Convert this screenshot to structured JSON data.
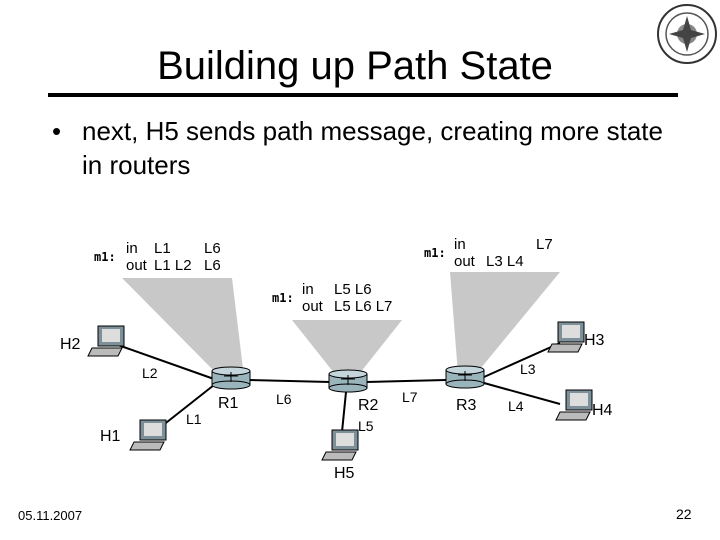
{
  "slide": {
    "title": "Building up Path State",
    "bullet": "next, H5 sends path message, creating more state in routers",
    "date": "05.11.2007",
    "page": "22"
  },
  "state_tables": [
    {
      "label": "m1:",
      "in_label": "in",
      "in_links": [
        "L1",
        "L6"
      ],
      "out_label": "out",
      "out_links": [
        "L1 L2",
        "L6"
      ]
    },
    {
      "label": "m1:",
      "in_label": "in",
      "in_links": [
        "L5 L6"
      ],
      "out_label": "out",
      "out_links": [
        "L5 L6 L7"
      ]
    },
    {
      "label": "m1:",
      "in_label": "in",
      "in_links": [
        "L7"
      ],
      "out_label": "out",
      "out_links": [
        "L3 L4"
      ]
    }
  ],
  "hosts": [
    "H1",
    "H2",
    "H3",
    "H4",
    "H5"
  ],
  "routers": [
    "R1",
    "R2",
    "R3"
  ],
  "links": [
    "L1",
    "L2",
    "L3",
    "L4",
    "L5",
    "L6",
    "L7"
  ],
  "colors": {
    "cone": "#c8c8c8",
    "router": "#9ab4bc",
    "monitor": "#7d8f98"
  }
}
